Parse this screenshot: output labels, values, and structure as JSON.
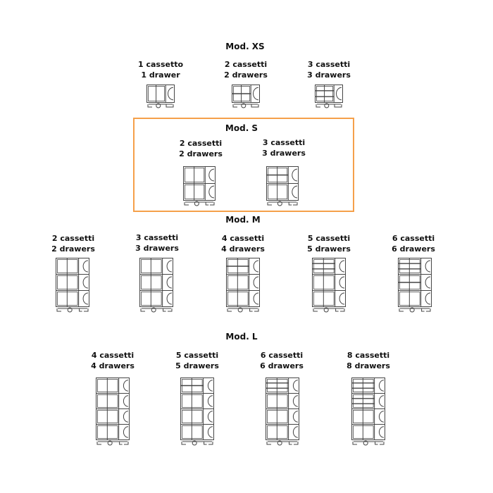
{
  "highlight_color": "#f5a04a",
  "groups": [
    {
      "title": "Mod. XS",
      "tiers": 1,
      "items": [
        {
          "it": "1 cassetto",
          "en": "1 drawer",
          "drawers": 1
        },
        {
          "it": "2 cassetti",
          "en": "2 drawers",
          "drawers": 2
        },
        {
          "it": "3 cassetti",
          "en": "3 drawers",
          "drawers": 3
        }
      ]
    },
    {
      "title": "Mod. S",
      "tiers": 2,
      "highlighted": true,
      "items": [
        {
          "it": "2 cassetti",
          "en": "2 drawers",
          "drawers": 2
        },
        {
          "it": "3 cassetti",
          "en": "3 drawers",
          "drawers": 3
        }
      ]
    },
    {
      "title": "Mod. M",
      "tiers": 3,
      "items": [
        {
          "it": "2 cassetti",
          "en": "2 drawers",
          "drawers": 2
        },
        {
          "it": "3 cassetti",
          "en": "3 drawers",
          "drawers": 3
        },
        {
          "it": "4 cassetti",
          "en": "4 drawers",
          "drawers": 4
        },
        {
          "it": "5 cassetti",
          "en": "5 drawers",
          "drawers": 5
        },
        {
          "it": "6 cassetti",
          "en": "6 drawers",
          "drawers": 6
        }
      ]
    },
    {
      "title": "Mod. L",
      "tiers": 4,
      "items": [
        {
          "it": "4 cassetti",
          "en": "4 drawers",
          "drawers": 4
        },
        {
          "it": "5 cassetti",
          "en": "5 drawers",
          "drawers": 5
        },
        {
          "it": "6 cassetti",
          "en": "6 drawers",
          "drawers": 6
        },
        {
          "it": "8 cassetti",
          "en": "8 drawers",
          "drawers": 8
        }
      ]
    }
  ]
}
